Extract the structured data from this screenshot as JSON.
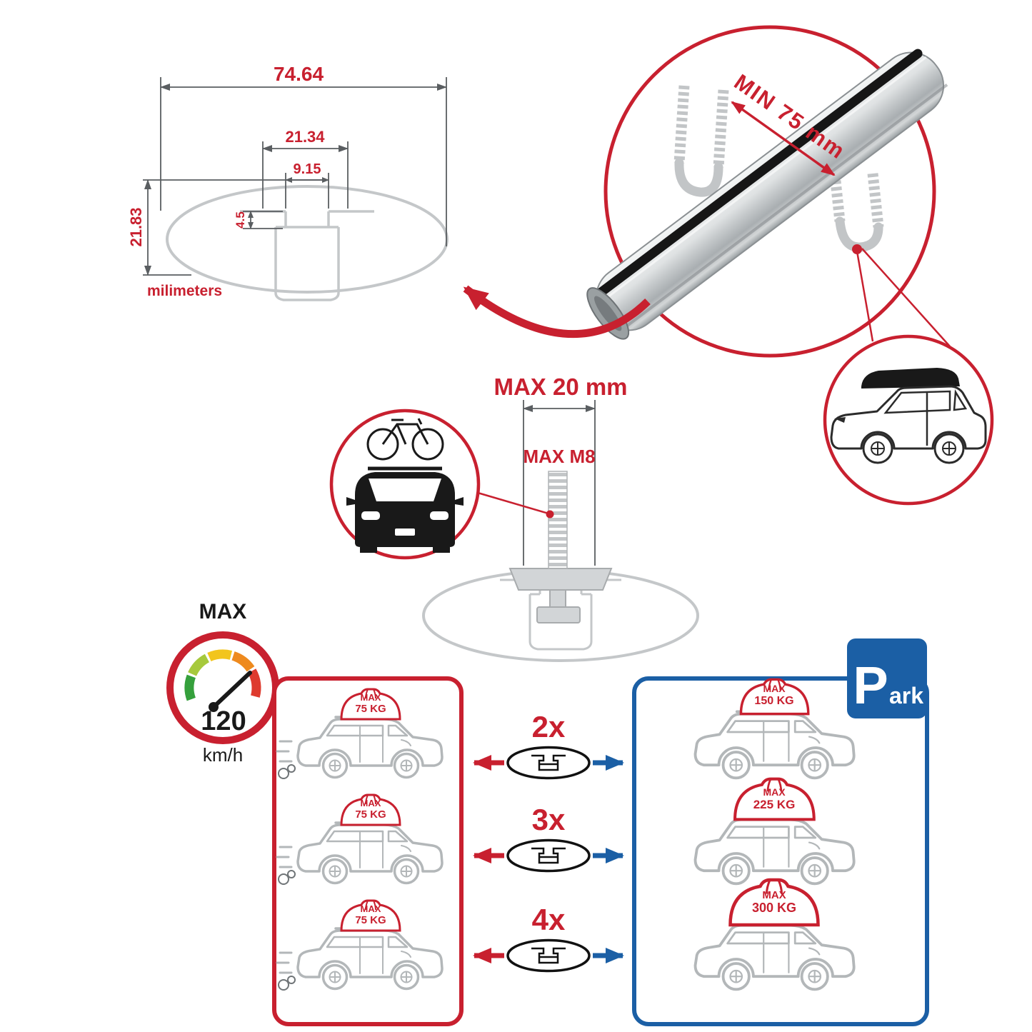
{
  "palette": {
    "red": "#c8202f",
    "blue": "#1b5fa5",
    "sketch_gray": "#c4c7c9",
    "ink": "#191919"
  },
  "dimension_diagram": {
    "total_width": "74.64",
    "outer_slot_width": "21.34",
    "inner_slot_width": "9.15",
    "slot_depth": "4.5",
    "total_height": "21.83",
    "unit_label": "milimeters"
  },
  "crossbar_detail": {
    "min_spacing_label": "MIN 75 mm"
  },
  "bolt_detail": {
    "max_length_label": "MAX 20 mm",
    "max_thread_label": "MAX M8"
  },
  "speed_limit": {
    "title": "MAX",
    "value": "120",
    "unit": "km/h",
    "gauge_colors": [
      "#35a03c",
      "#a6c93c",
      "#f2c51d",
      "#ee8a1e",
      "#de3b2e"
    ]
  },
  "driving_panel": {
    "cars": [
      {
        "load_title": "MAX",
        "load_value": "75 KG"
      },
      {
        "load_title": "MAX",
        "load_value": "75 KG"
      },
      {
        "load_title": "MAX",
        "load_value": "75 KG"
      }
    ]
  },
  "multipliers": [
    {
      "label": "2x"
    },
    {
      "label": "3x"
    },
    {
      "label": "4x"
    }
  ],
  "parked_panel": {
    "cars": [
      {
        "load_title": "MAX",
        "load_value": "150 KG"
      },
      {
        "load_title": "MAX",
        "load_value": "225 KG"
      },
      {
        "load_title": "MAX",
        "load_value": "300 KG"
      }
    ]
  },
  "parking_sign": {
    "letter": "P",
    "suffix": "ark"
  }
}
